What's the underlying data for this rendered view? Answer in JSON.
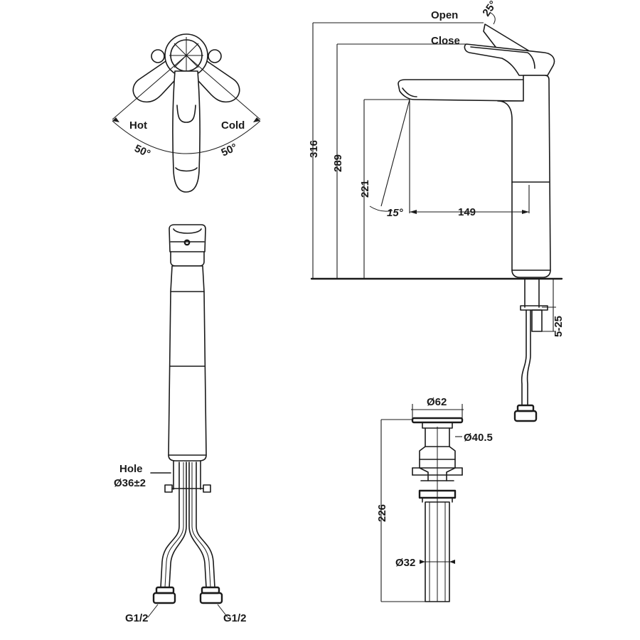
{
  "top_view": {
    "hot_label": "Hot",
    "cold_label": "Cold",
    "hot_angle": "50°",
    "cold_angle": "50°"
  },
  "front_view": {
    "hole_label": "Hole",
    "hole_dim": "Ø36±2",
    "inlet_left": "G1/2",
    "inlet_right": "G1/2"
  },
  "side_view": {
    "open_label": "Open",
    "close_label": "Close",
    "lever_angle": "25°",
    "height_total": "316",
    "height_close": "289",
    "height_spout": "221",
    "spout_angle": "15°",
    "reach": "149",
    "deck_range": "5-25"
  },
  "waste": {
    "dia_top": "Ø62",
    "dia_mid": "Ø40.5",
    "length": "226",
    "dia_pipe": "Ø32"
  }
}
